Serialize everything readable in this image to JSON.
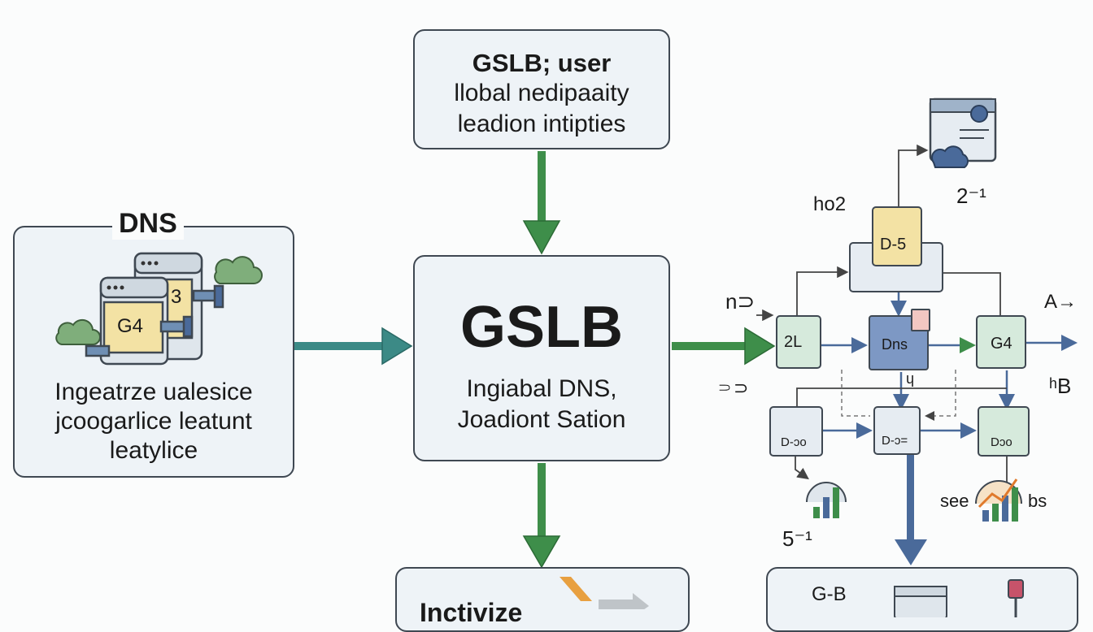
{
  "top_partial_text": "",
  "top_box": {
    "title": "GSLB; user",
    "line2": "llobal nedipaaity",
    "line3": "leadion intipties"
  },
  "dns_box": {
    "label": "DNS",
    "server_front": "G4",
    "server_back": "3",
    "line1": "Ingeatrze ualesice",
    "line2": "jcoogarlice leatunt",
    "line3": "leatylice"
  },
  "center_box": {
    "title": "GSLB",
    "line1": "Ingiabal DNS,",
    "line2": "Joadiont Sation"
  },
  "bottom_box": {
    "text": "Inctivize"
  },
  "right_diagram": {
    "labels": {
      "ho2": "ho2",
      "two_inv": "2⁻¹",
      "n_label": "n⊃",
      "left_sym": "⸧⊃",
      "a_label": "A→",
      "hb_label": "ʰB",
      "see": "see",
      "bs": "bs",
      "five_inv": "5⁻¹",
      "gb": "G-B",
      "e_sym": "ɥ"
    },
    "nodes": {
      "d5": "D-5",
      "two_l": "2L",
      "dns": "Dns",
      "g4": "G4",
      "bl1": "D-ɔo",
      "bl2": "D-ɔ=",
      "bl3": "Dɔo"
    }
  },
  "colors": {
    "green": "#3e8e4a",
    "blue": "#4a6a9a",
    "teal": "#3c8a86",
    "box_fill": "#eef3f7",
    "server_yellow": "#f3e2a4"
  }
}
